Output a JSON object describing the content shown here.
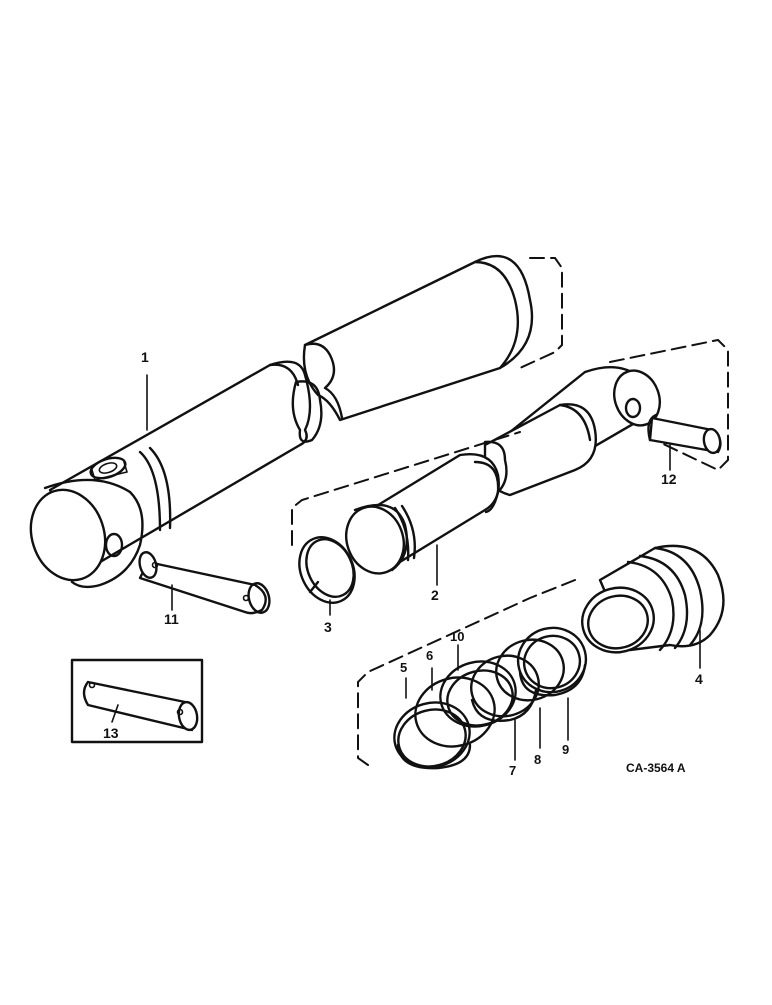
{
  "parts": {
    "p1": "1",
    "p2": "2",
    "p3": "3",
    "p4": "4",
    "p5": "5",
    "p6": "6",
    "p7": "7",
    "p8": "8",
    "p9": "9",
    "p10": "10",
    "p11": "11",
    "p12": "12",
    "p13": "13"
  },
  "drawing_code": "CA-3564 A"
}
